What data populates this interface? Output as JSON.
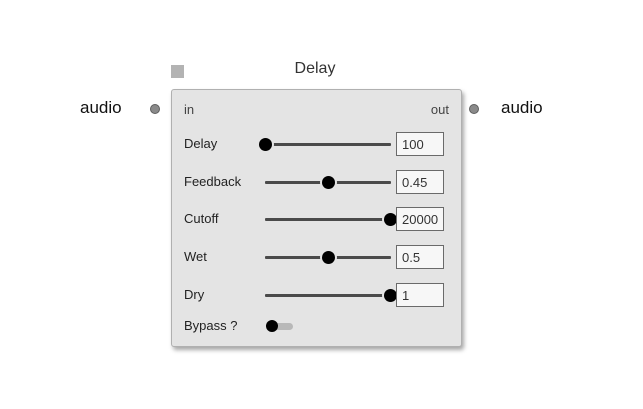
{
  "node": {
    "title": "Delay",
    "input_label": "in",
    "output_label": "out"
  },
  "external": {
    "input_label": "audio",
    "output_label": "audio"
  },
  "params": [
    {
      "label": "Delay",
      "value": "100",
      "fraction": 0.0
    },
    {
      "label": "Feedback",
      "value": "0.45",
      "fraction": 0.5
    },
    {
      "label": "Cutoff",
      "value": "20000",
      "fraction": 1.0
    },
    {
      "label": "Wet",
      "value": "0.5",
      "fraction": 0.5
    },
    {
      "label": "Dry",
      "value": "1",
      "fraction": 1.0
    }
  ],
  "bypass": {
    "label": "Bypass ?",
    "on": false
  }
}
